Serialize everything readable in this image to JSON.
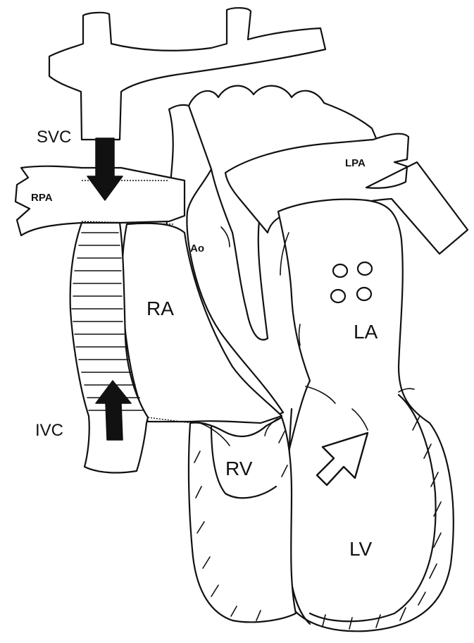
{
  "labels": {
    "svc": "SVC",
    "rpa": "RPA",
    "lpa": "LPA",
    "ao": "Ao",
    "ra": "RA",
    "la": "LA",
    "ivc": "IVC",
    "rv": "RV",
    "lv": "LV"
  },
  "colors": {
    "line": "#111111",
    "background": "#ffffff"
  }
}
